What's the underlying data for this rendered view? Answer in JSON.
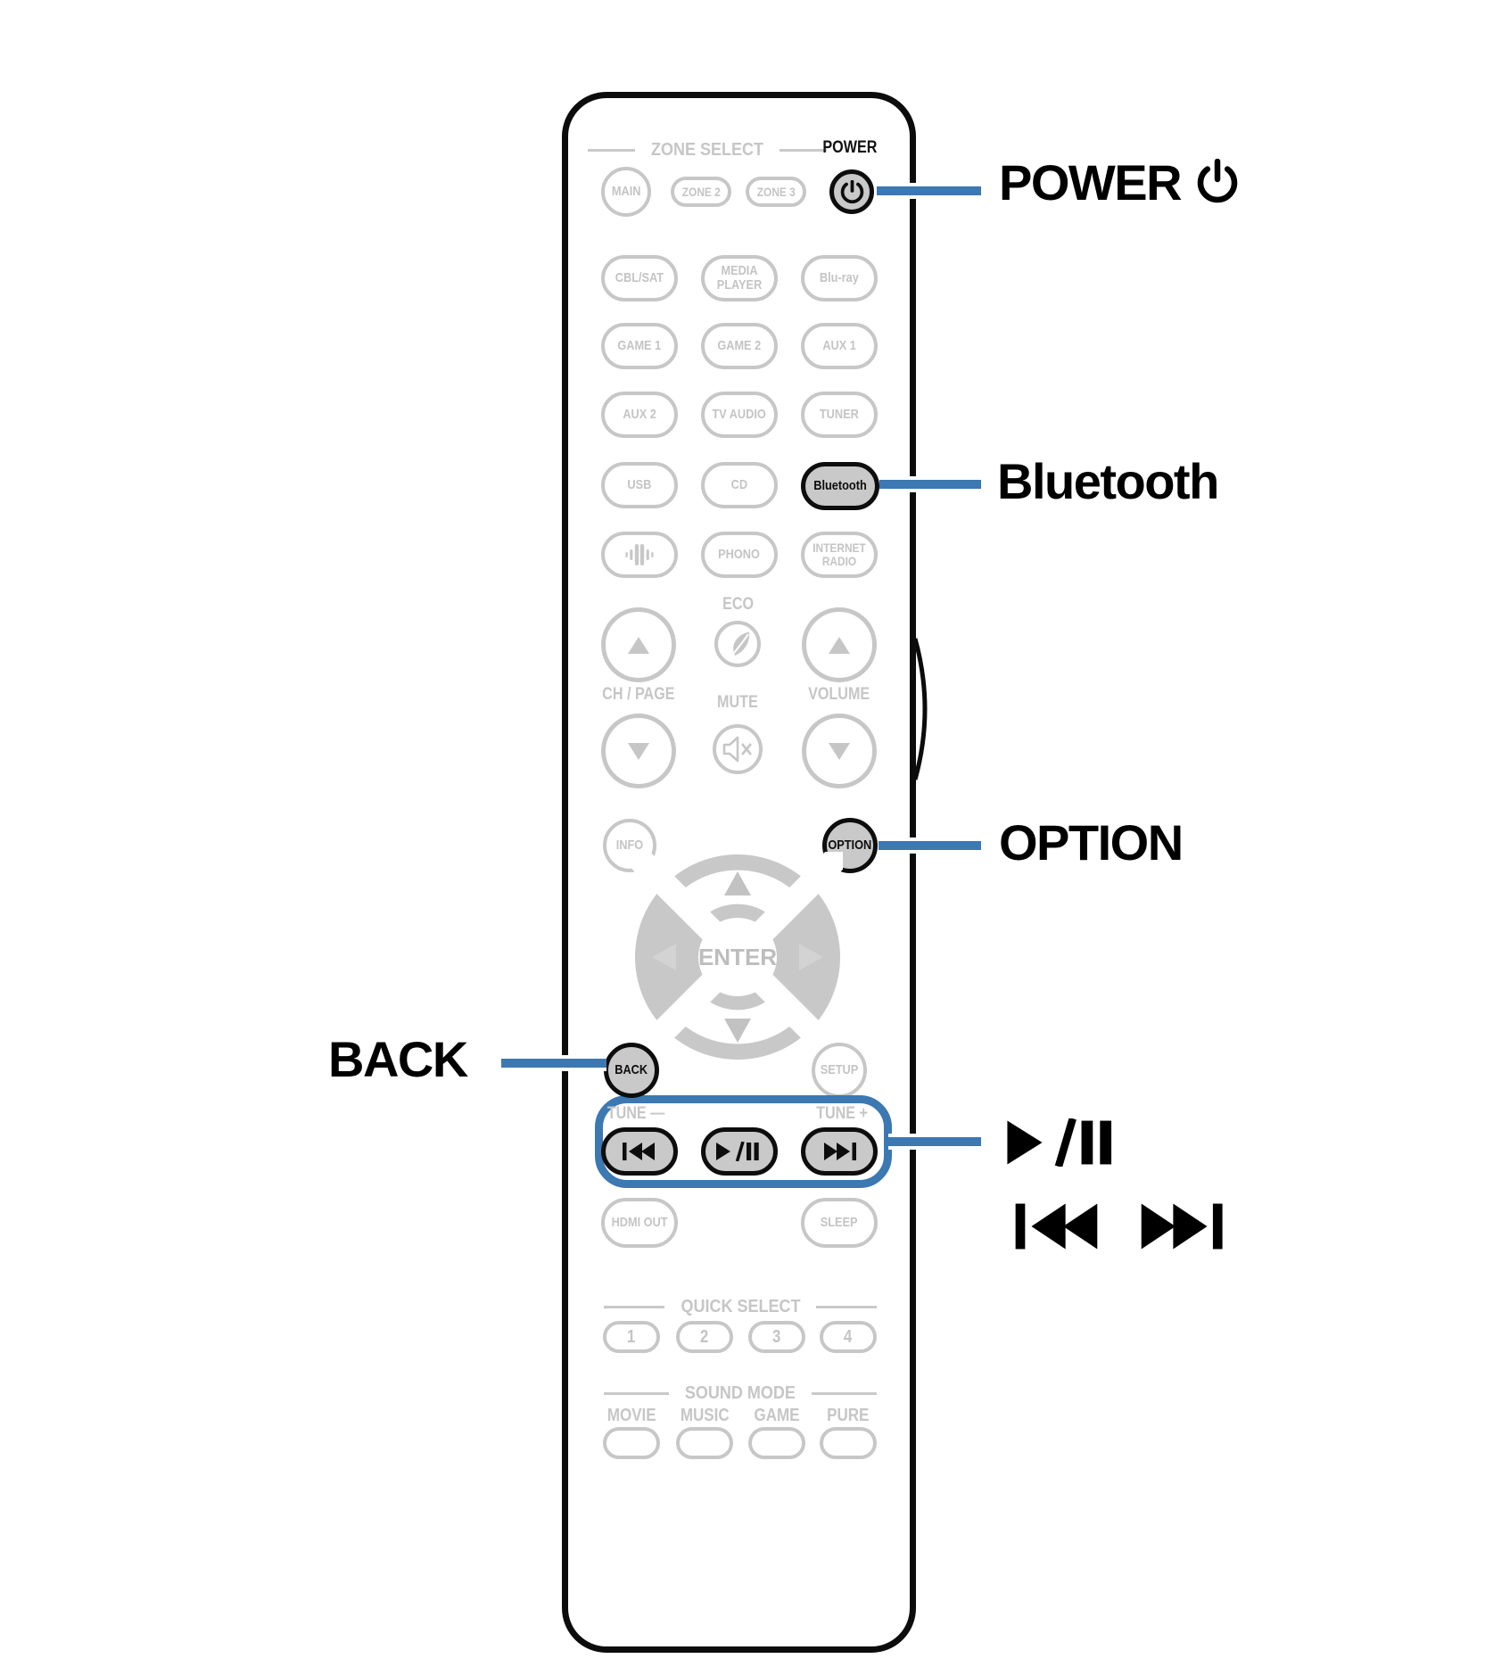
{
  "colors": {
    "accent_blue": "#3C78B2",
    "active_button_gray": "#C9C9C9",
    "inactive_outline_gray": "#C7C7C7",
    "black": "#0D0D0D"
  },
  "remote": {
    "zone_select_title": "ZONE SELECT",
    "power_section_label": "POWER",
    "zone_buttons": {
      "main": "MAIN",
      "zone2": "ZONE 2",
      "zone3": "ZONE 3"
    },
    "sources": {
      "r1c1": "CBL/SAT",
      "r1c2": "MEDIA PLAYER",
      "r1c3": "Blu-ray",
      "r2c1": "GAME 1",
      "r2c2": "GAME 2",
      "r2c3": "AUX 1",
      "r3c1": "AUX 2",
      "r3c2": "TV AUDIO",
      "r3c3": "TUNER",
      "r4c1": "USB",
      "r4c2": "CD",
      "r4c3": "Bluetooth",
      "r5c2": "PHONO",
      "r5c3": "INTERNET RADIO"
    },
    "eco_label": "ECO",
    "ch_page_label": "CH / PAGE",
    "mute_label": "MUTE",
    "volume_label": "VOLUME",
    "info_label": "INFO",
    "option_label": "OPTION",
    "enter_label": "ENTER",
    "back_label": "BACK",
    "setup_label": "SETUP",
    "tune_minus_label": "TUNE —",
    "tune_plus_label": "TUNE +",
    "hdmi_out_label": "HDMI OUT",
    "sleep_label": "SLEEP",
    "quick_select_title": "QUICK SELECT",
    "quick_select_buttons": [
      "1",
      "2",
      "3",
      "4"
    ],
    "sound_mode_title": "SOUND MODE",
    "sound_mode_labels": [
      "MOVIE",
      "MUSIC",
      "GAME",
      "PURE"
    ]
  },
  "callouts": {
    "power_label": "POWER",
    "bluetooth_label": "Bluetooth",
    "option_label": "OPTION",
    "back_label": "BACK"
  },
  "icons": {
    "power": "power-icon",
    "heos": "heos-icon",
    "eco": "eco-leaf-icon",
    "mute": "mute-icon",
    "channel_up": "channel-up-icon",
    "channel_down": "channel-down-icon",
    "volume_up": "volume-up-icon",
    "volume_down": "volume-down-icon",
    "cursor_pad": "cursor-pad",
    "skip_back": "skip-back-icon",
    "play_pause": "play-pause-icon",
    "skip_forward": "skip-forward-icon"
  }
}
